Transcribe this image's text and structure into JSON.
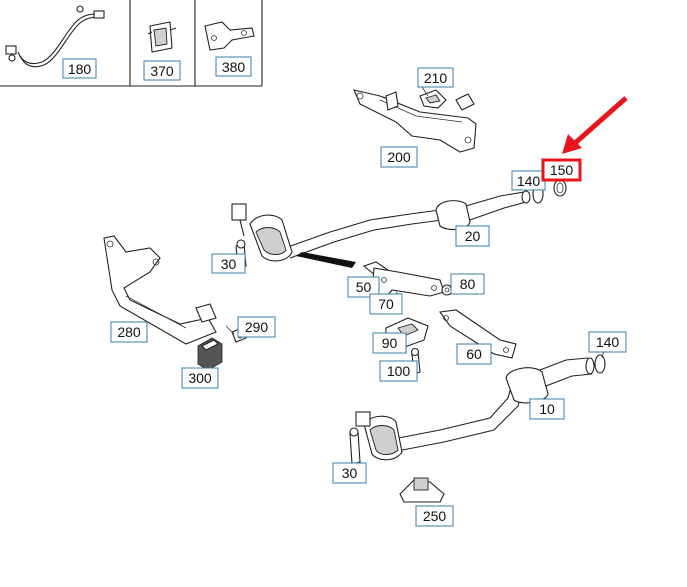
{
  "labels": {
    "p180": "180",
    "p370": "370",
    "p380": "380",
    "p210": "210",
    "p200": "200",
    "p140a": "140",
    "p150": "150",
    "p20": "20",
    "p30a": "30",
    "p280": "280",
    "p290": "290",
    "p300": "300",
    "p50": "50",
    "p70": "70",
    "p80": "80",
    "p90": "90",
    "p60": "60",
    "p100": "100",
    "p140b": "140",
    "p10": "10",
    "p30b": "30",
    "p250": "250"
  },
  "colors": {
    "highlight": "#e8151b",
    "label_border": "#3a7ca5",
    "line": "#222222"
  }
}
